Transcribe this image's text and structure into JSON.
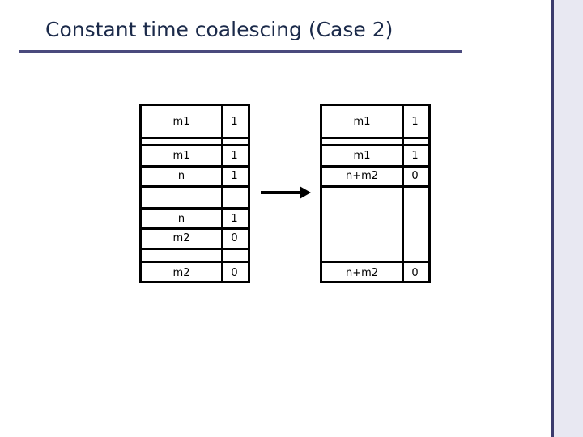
{
  "slide": {
    "title": "Constant time coalescing (Case 2)",
    "title_color": "#1b2a4a",
    "rule_color": "#4a4a7d",
    "band_color": "#e8e8f2",
    "gray_fill": "#c0c0c0"
  },
  "arrow": {
    "name": "transform-arrow"
  },
  "left_block": {
    "rows": [
      {
        "label": "m1",
        "value": "1"
      },
      {
        "label": "m1",
        "value": "1"
      },
      {
        "label": "n",
        "value": "1"
      },
      {
        "label": "",
        "value": ""
      },
      {
        "label": "n",
        "value": "1"
      },
      {
        "label": "m2",
        "value": "0"
      },
      {
        "label": "m2",
        "value": "0"
      }
    ]
  },
  "right_block": {
    "rows": [
      {
        "label": "m1",
        "value": "1"
      },
      {
        "label": "m1",
        "value": "1"
      },
      {
        "label": "n+m2",
        "value": "0"
      },
      {
        "label": "",
        "value": ""
      },
      {
        "label": "n+m2",
        "value": "0"
      }
    ]
  }
}
